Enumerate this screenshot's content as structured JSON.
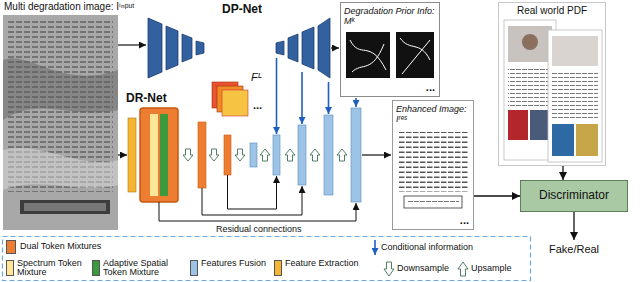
{
  "diagram": {
    "nodes": [
      {
        "text": [
          "Degradation Prior Info: Mᵏ",
          "..."
        ]
      },
      {
        "text": [
          "Real world PDF"
        ]
      },
      {
        "text": [
          "Enhanced Image: Iʳᵉˢ",
          "..."
        ]
      },
      {
        "text": [
          "Discriminator"
        ]
      },
      {
        "text": [
          "Fake/Real"
        ]
      }
    ],
    "edges": [
      {
        "from": 2,
        "to": 3,
        "arrow": "to"
      },
      {
        "from": 1,
        "to": 3,
        "arrow": "to"
      },
      {
        "from": 3,
        "to": 4,
        "arrow": "to"
      }
    ],
    "labels": [
      "Multi degradation image: Iⁱⁿᵖᵘᵗ",
      "DP-Net",
      "DR-Net",
      "Fᴸ",
      "...",
      "Residual connections"
    ],
    "legend": [
      {
        "text": "Dual Token Mixtures",
        "color": "#ed7d31"
      },
      {
        "text": "Spectrum Token Mixture",
        "color": "#ffe699"
      },
      {
        "text": "Adaptive Spatial Token Mixture",
        "color": "#3c9a3c"
      },
      {
        "text": "Features Fusion",
        "color": "#9dc3e6"
      },
      {
        "text": "Feature Extraction",
        "color": "#f5b434"
      },
      {
        "text": "Conditional information"
      },
      {
        "text": "Downsample"
      },
      {
        "text": "Upsample"
      }
    ]
  }
}
